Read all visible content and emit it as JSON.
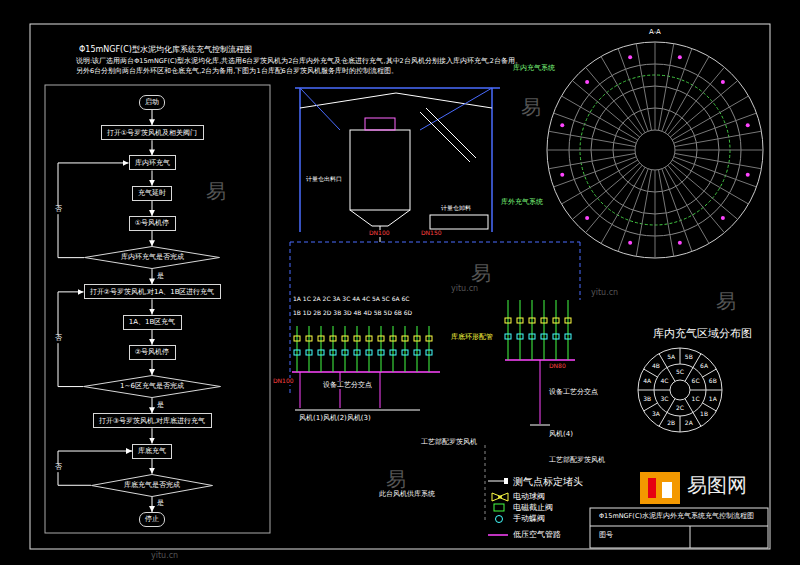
{
  "diagram": {
    "title": "Φ15mNGF(C)型水泥均化库系统充气控制流程图",
    "nodes": [
      {
        "text": [
          "启动"
        ]
      },
      {
        "text": [
          "打开①号罗茨风机及相关阀门"
        ]
      },
      {
        "text": [
          "库内环充气"
        ]
      },
      {
        "text": [
          "充气延时"
        ]
      },
      {
        "text": [
          "①号风机停"
        ]
      },
      {
        "text": [
          "库内环充气是否完成"
        ]
      },
      {
        "text": [
          "打开②号罗茨风机,对1A、1B区进行充气"
        ]
      },
      {
        "text": [
          "1A、1B区充气"
        ]
      },
      {
        "text": [
          "②号风机停"
        ]
      },
      {
        "text": [
          "1~6区充气是否完成"
        ]
      },
      {
        "text": [
          "打开③号罗茨风机,对库底进行充气"
        ]
      },
      {
        "text": [
          "库底充气"
        ]
      },
      {
        "text": [
          "库底充气是否完成"
        ]
      },
      {
        "text": [
          "停止"
        ]
      }
    ],
    "edges": [
      {
        "from": 0,
        "to": 1,
        "arrow": "to"
      },
      {
        "from": 1,
        "to": 2,
        "arrow": "to"
      },
      {
        "from": 2,
        "to": 3,
        "arrow": "to"
      },
      {
        "from": 3,
        "to": 4,
        "arrow": "to"
      },
      {
        "from": 4,
        "to": 5,
        "arrow": "to"
      },
      {
        "from": 5,
        "to": 6,
        "label": "是",
        "arrow": "to"
      },
      {
        "from": 6,
        "to": 7,
        "arrow": "to"
      },
      {
        "from": 7,
        "to": 8,
        "arrow": "to"
      },
      {
        "from": 8,
        "to": 9,
        "arrow": "to"
      },
      {
        "from": 9,
        "to": 10,
        "label": "是",
        "arrow": "to"
      },
      {
        "from": 10,
        "to": 11,
        "arrow": "to"
      },
      {
        "from": 11,
        "to": 12,
        "arrow": "to"
      },
      {
        "from": 12,
        "to": 13,
        "label": "是",
        "arrow": "to"
      },
      {
        "from": 5,
        "to": 2,
        "label": "否",
        "arrow": "to"
      },
      {
        "from": 9,
        "to": 6,
        "label": "否",
        "arrow": "to"
      },
      {
        "from": 12,
        "to": 11,
        "label": "否",
        "arrow": "to"
      }
    ],
    "labels": [
      "说明:该厂选用两台Φ15mNGF(C)型水泥均化库,共选用6台罗茨风机为2台库内外充气及仓底进行充气,其中2台风机分别接入库内环充气,2台备用。",
      "另外6台分别向两台库外环区和仓底充气,2台为备用,下图为1台库配6台罗茨风机服务库时的控制流程图。",
      "A-A",
      "库内充气系统",
      "库外充气系统",
      "库内充气区域分布图",
      "计量仓出料口",
      "计量仓卸料",
      "DN100",
      "DN150",
      "1A 1C 2A 2C 3A 3C 4A 4C 5A 5C 6A 6C",
      "1B 1D 2B 2D 3B 3D 4B 4D 5B 5D 6B 6D",
      "库底环形配管",
      "DN80",
      "DN100",
      "设备工艺分交点",
      "风机(1)风机(2)风机(3)",
      "工艺部配罗茨风机",
      "此台风机供库系统",
      "设备工艺分交点",
      "风机(4)",
      "工艺部配罗茨风机",
      "Φ15mNGF(C)水泥库内外充气系统充气控制流程图",
      "图号",
      "易图网",
      "易",
      "易",
      "易",
      "易",
      "易",
      "yitu.cn",
      "yitu.cn",
      "yitu.cn",
      "1A",
      "1B",
      "2A",
      "2B",
      "3A",
      "3B",
      "4A",
      "4B",
      "5A",
      "5B",
      "6A",
      "6B",
      "1C",
      "2C",
      "3C",
      "4C",
      "5C",
      "6C"
    ],
    "legend": [
      {
        "text": "测气点标定堵头"
      },
      {
        "text": "电动球阀"
      },
      {
        "text": "电磁截止阀"
      },
      {
        "text": "手动蝶阀"
      },
      {
        "text": "低压空气管路"
      }
    ]
  }
}
